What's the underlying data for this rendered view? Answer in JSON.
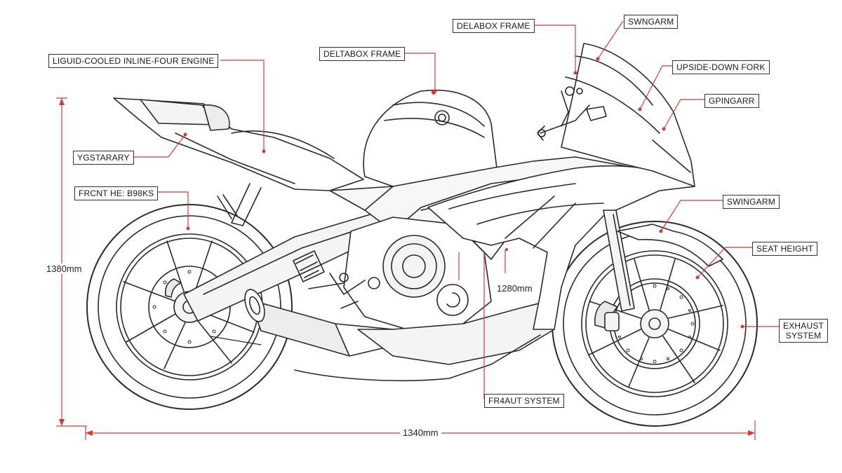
{
  "colors": {
    "leader": "#d23a3a",
    "outline": "#2a2a2a",
    "fill": "#f4f4f4"
  },
  "labels": {
    "liquid_cooled_engine": "LIGUID-COOLED INLINE-FOUR ENGINE",
    "deltabox_frame": "DELTABOX FRAME",
    "delabox_frame": "DELABOX FRAME",
    "swingarm_top": "SWNGARM",
    "upside_down_fork": "UPSIDE-DOWN FORK",
    "gpingarr": "GPINGARR",
    "ygstarary": "YGSTARARY",
    "front_brakes": "FRCNT HE: B98KS",
    "swingarm_right": "SWINGARM",
    "seat_height": "SEAT HEIGHT",
    "exhaust_system": "EXHAUST\nSYSTEM",
    "frhaut_system": "FR4AUT SYSTEM"
  },
  "dimensions": {
    "height": "1380mm",
    "seat": "1280mm",
    "length": "1340mm"
  }
}
